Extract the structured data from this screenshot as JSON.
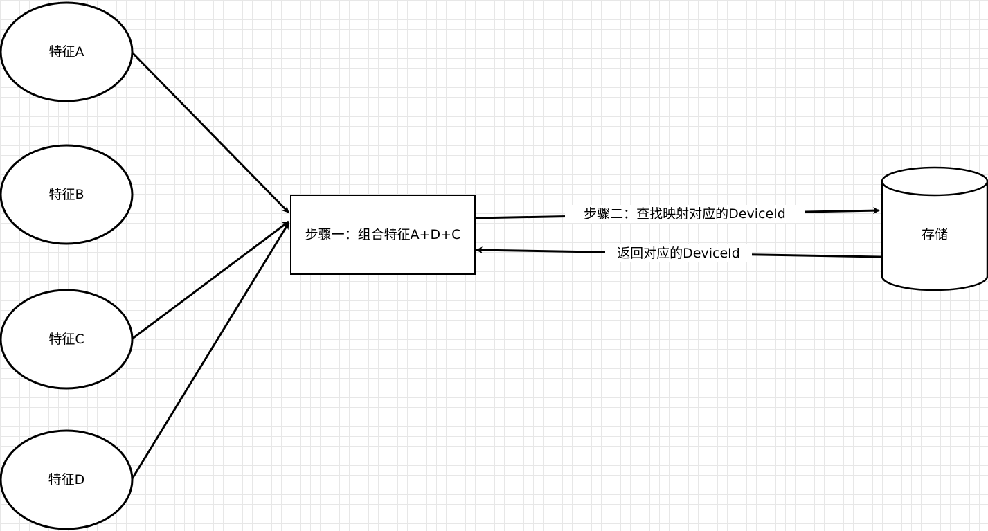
{
  "features": [
    {
      "id": "A",
      "label": "特征A"
    },
    {
      "id": "B",
      "label": "特征B"
    },
    {
      "id": "C",
      "label": "特征C"
    },
    {
      "id": "D",
      "label": "特征D"
    }
  ],
  "step1": {
    "label": "步骤一：组合特征A+D+C"
  },
  "storage": {
    "label": "存储"
  },
  "edges": {
    "step2_label": "步骤二：查找映射对应的DeviceId",
    "return_label": "返回对应的DeviceId"
  }
}
